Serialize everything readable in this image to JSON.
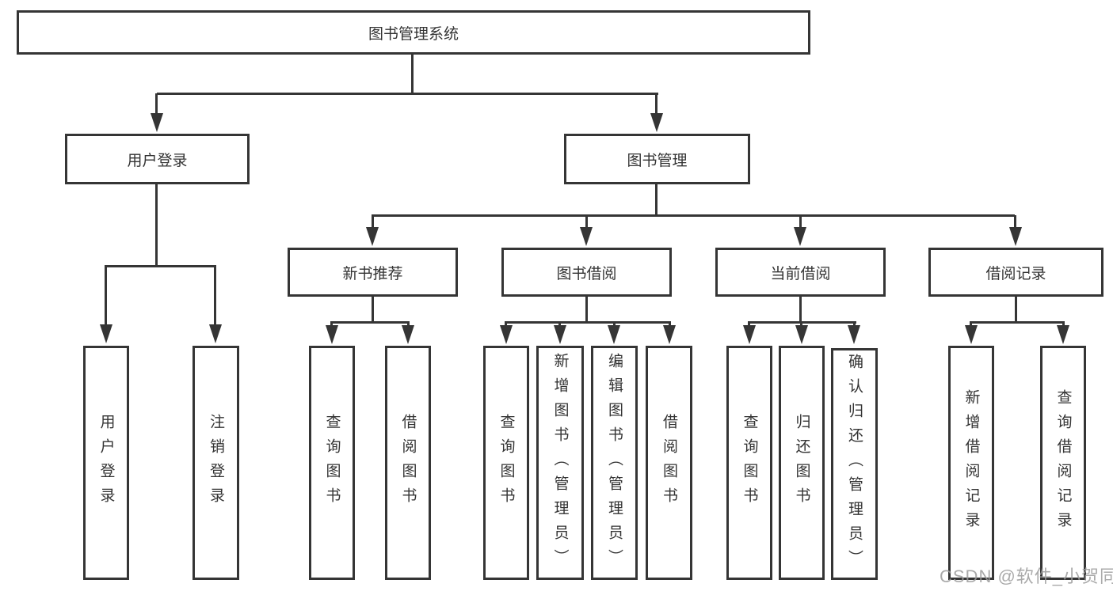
{
  "diagram": {
    "root": {
      "label": "图书管理系统"
    },
    "level2": [
      {
        "label": "用户登录"
      },
      {
        "label": "图书管理"
      }
    ],
    "level3": [
      {
        "label": "新书推荐"
      },
      {
        "label": "图书借阅"
      },
      {
        "label": "当前借阅"
      },
      {
        "label": "借阅记录"
      }
    ],
    "leaves": {
      "user_login": [
        "用户登录",
        "注销登录"
      ],
      "new_book_rec": [
        "查询图书",
        "借阅图书"
      ],
      "book_borrow": [
        "查询图书",
        "新增图书（管理员）",
        "编辑图书（管理员）",
        "借阅图书"
      ],
      "current_borrow": [
        "查询图书",
        "归还图书",
        "确认归还（管理员）"
      ],
      "borrow_records": [
        "新增借阅记录",
        "查询借阅记录"
      ]
    },
    "colors": {
      "line": "#353535",
      "text": "#333333",
      "background": "#ffffff",
      "watermark": "#9c9c9c"
    }
  },
  "watermark": {
    "text": "CSDN @软件_小贺同学"
  }
}
